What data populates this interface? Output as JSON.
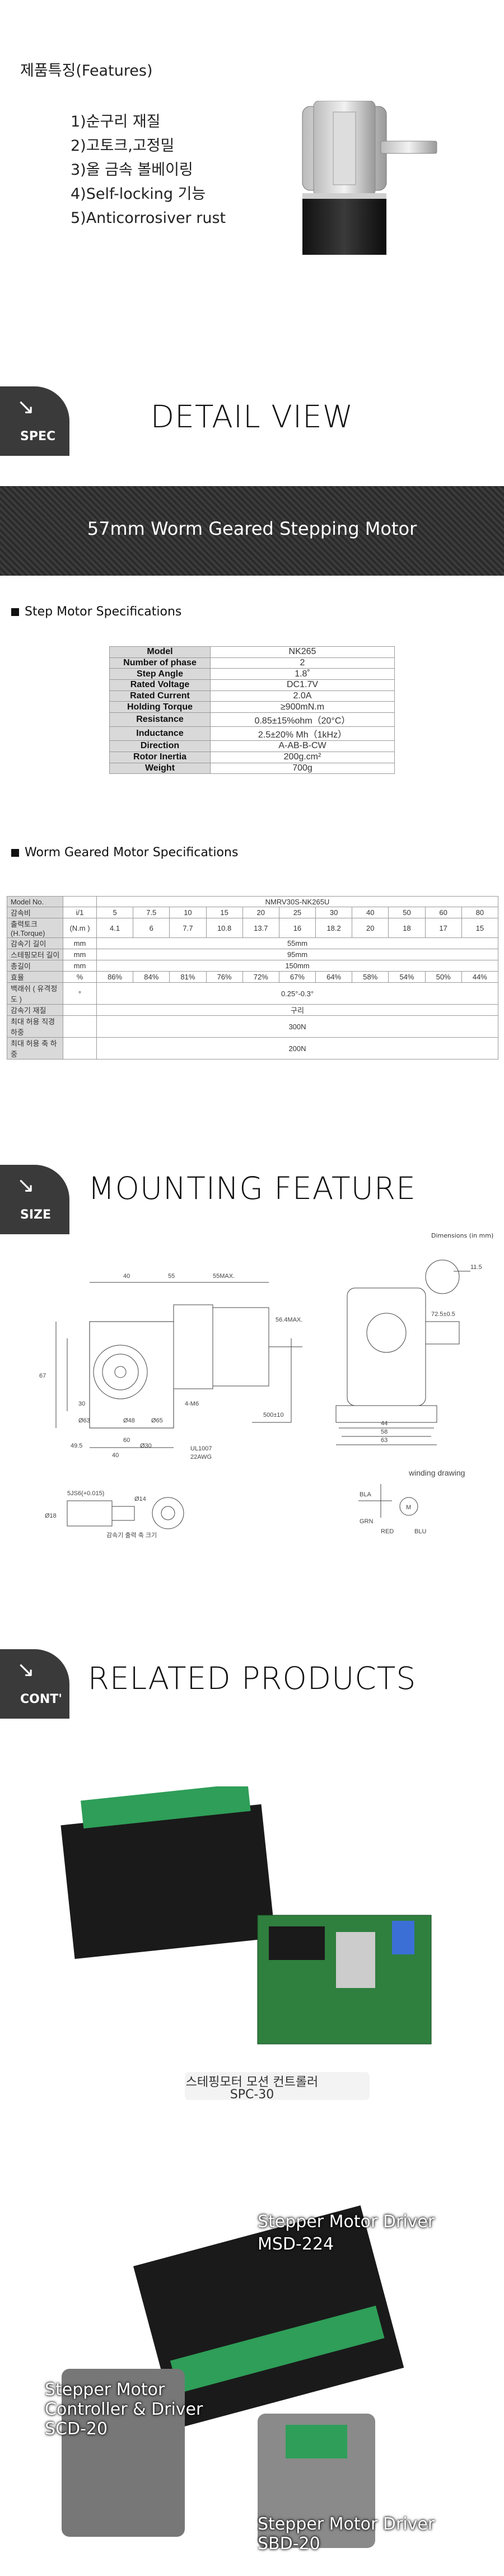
{
  "features": {
    "title": "제품특징(Features)",
    "items": [
      "1)순구리 재질",
      "2)고토크,고정밀",
      "3)올 금속 볼베이링",
      "4)Self-locking 기능",
      "5)Anticorrosiver rust"
    ]
  },
  "spec_section": {
    "badge": "SPEC",
    "heading": "DETAIL VIEW",
    "banner": "57mm Worm Geared Stepping Motor"
  },
  "step_motor": {
    "title": "Step Motor Specifications",
    "rows": [
      [
        "Model",
        "NK265"
      ],
      [
        "Number of phase",
        "2"
      ],
      [
        "Step Angle",
        "1.8˚"
      ],
      [
        "Rated Voltage",
        "DC1.7V"
      ],
      [
        "Rated Current",
        "2.0A"
      ],
      [
        "Holding Torque",
        "≥900mN.m"
      ],
      [
        "Resistance",
        "0.85±15%ohm（20°C）"
      ],
      [
        "Inductance",
        "2.5±20% Mh（1kHz）"
      ],
      [
        "Direction",
        "A-AB-B-CW"
      ],
      [
        "Rotor Inertia",
        "200g.cm²"
      ],
      [
        "Weight",
        "700g"
      ]
    ]
  },
  "worm_motor": {
    "title": "Worm Geared Motor Specifications",
    "model_label": "Model No.",
    "model_value": "NMRV30S-NK265U",
    "ratio_label": "감속비",
    "ratio_unit": "i/1",
    "ratios": [
      "5",
      "7.5",
      "10",
      "15",
      "20",
      "25",
      "30",
      "40",
      "50",
      "60",
      "80"
    ],
    "torque_label": "출력토크 (H.Torque)",
    "torque_unit": "(N.m )",
    "torques": [
      "4.1",
      "6",
      "7.7",
      "10.8",
      "13.7",
      "16",
      "18.2",
      "20",
      "18",
      "17",
      "15"
    ],
    "rows_span": [
      [
        "감속기 길이",
        "mm",
        "55mm"
      ],
      [
        "스테핑모터 길이",
        "mm",
        "95mm"
      ],
      [
        "총길이",
        "mm",
        "150mm"
      ]
    ],
    "eff_label": "효율",
    "eff_unit": "%",
    "effs": [
      "86%",
      "84%",
      "81%",
      "76%",
      "72%",
      "67%",
      "64%",
      "58%",
      "54%",
      "50%",
      "44%"
    ],
    "rows_span2": [
      [
        "백래쉬 ( 유격정도 )",
        "°",
        "0.25°-0.3°"
      ],
      [
        "감속기 재질",
        "",
        "구리"
      ],
      [
        "최대 허용 직경 하중",
        "",
        "300N"
      ],
      [
        "최대 허용 축 하중",
        "",
        "200N"
      ]
    ]
  },
  "size_section": {
    "badge": "SIZE",
    "heading": "MOUNTING FEATURE",
    "note": "Dimensions (in mm)"
  },
  "drawing": {
    "dims": [
      "40",
      "55",
      "55MAX.",
      "56.4MAX.",
      "67",
      "72.5±0.5",
      "44",
      "58",
      "63",
      "11.5",
      "30",
      "4-M6",
      "UL1007",
      "22AWG",
      "500±10",
      "5JS6(+0.015)",
      "Ø18",
      "Ø14",
      "Ø30",
      "40",
      "49.5",
      "Ø63",
      "Ø65",
      "Ø48",
      "60"
    ],
    "winding_title": "winding drawing",
    "winding_labels": [
      "BLA",
      "GRN",
      "RED",
      "BLU",
      "M"
    ],
    "note": "감속기 출력 축 크기"
  },
  "related": {
    "badge": "CONT'",
    "heading": "RELATED PRODUCTS",
    "spc_caption": "스테핑모터 모션 컨트롤러",
    "spc_model": "SPC-30",
    "msd_name": "Stepper Motor Driver",
    "msd_model": "MSD-224",
    "scd_name1": "Stepper Motor",
    "scd_name2": "Controller & Driver",
    "scd_model": "SCD-20",
    "sbd_name": "Stepper Motor Driver",
    "sbd_model": "SBD-20"
  },
  "colors": {
    "badge": "#3a3a3a",
    "terminal_green": "#2e9e58",
    "banner": "#333333"
  }
}
